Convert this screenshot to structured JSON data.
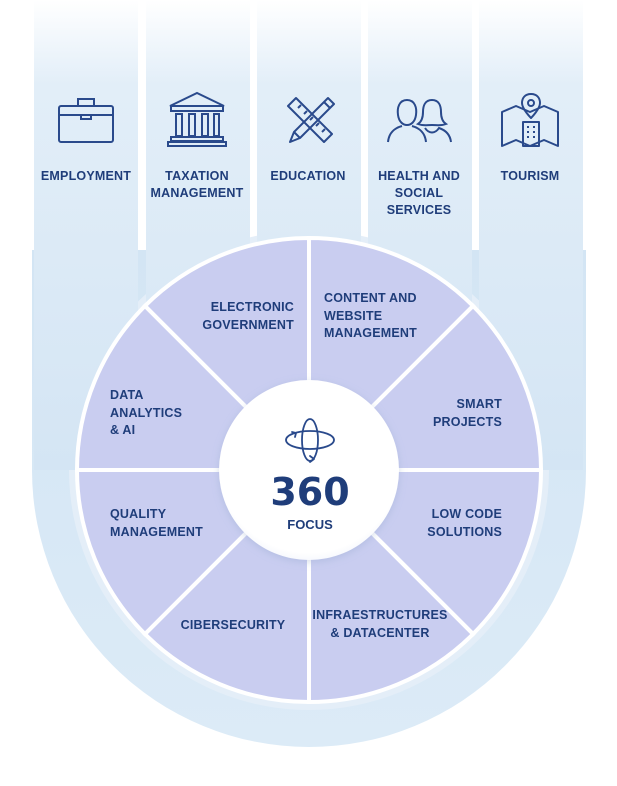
{
  "colors": {
    "navy": "#1f3d7a",
    "icon_stroke": "#2a4a8c",
    "column_fill": "#dbeaf6",
    "arch_fill": "#d6e7f5",
    "segment_fill": "#c9cdf0",
    "segment_divider": "#ffffff",
    "center_fill": "#ffffff"
  },
  "columns": [
    {
      "label": "EMPLOYMENT",
      "icon": "briefcase-icon"
    },
    {
      "label": "TAXATION\nMANAGEMENT",
      "icon": "bank-building-icon"
    },
    {
      "label": "EDUCATION",
      "icon": "pencil-ruler-icon"
    },
    {
      "label": "HEALTH AND\nSOCIAL\nSERVICES",
      "icon": "people-icon"
    },
    {
      "label": "TOURISM",
      "icon": "map-pin-icon"
    }
  ],
  "segments": [
    {
      "label": "ELECTRONIC\nGOVERNMENT"
    },
    {
      "label": "CONTENT AND\nWEBSITE\nMANAGEMENT"
    },
    {
      "label": "SMART\nPROJECTS"
    },
    {
      "label": "LOW CODE\nSOLUTIONS"
    },
    {
      "label": "INFRAESTRUCTURES\n& DATACENTER"
    },
    {
      "label": "CIBERSECURITY"
    },
    {
      "label": "QUALITY\nMANAGEMENT"
    },
    {
      "label": "DATA\nANALYTICS\n& AI"
    }
  ],
  "center": {
    "icon": "rotation-360-icon",
    "number": "360",
    "subtitle": "FOCUS"
  }
}
